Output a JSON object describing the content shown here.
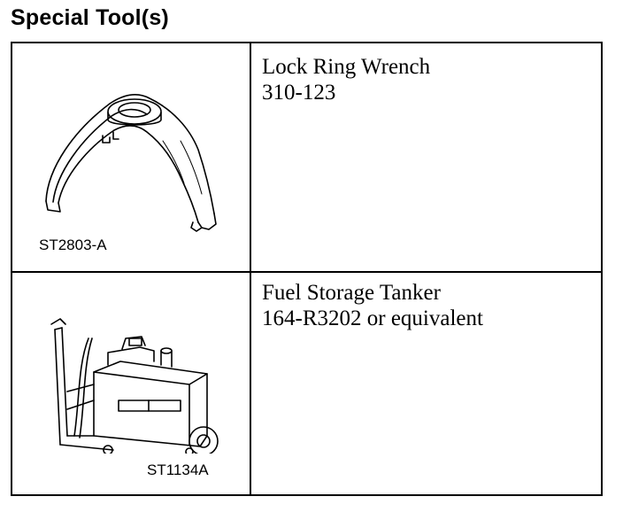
{
  "heading": "Special Tool(s)",
  "tools": [
    {
      "image_code": "ST2803-A",
      "name": "Lock Ring Wrench",
      "number": "310-123",
      "icon": "lock-ring-wrench-icon"
    },
    {
      "image_code": "ST1134A",
      "name": "Fuel Storage Tanker",
      "number": "164-R3202 or equivalent",
      "icon": "fuel-storage-tanker-icon"
    }
  ]
}
